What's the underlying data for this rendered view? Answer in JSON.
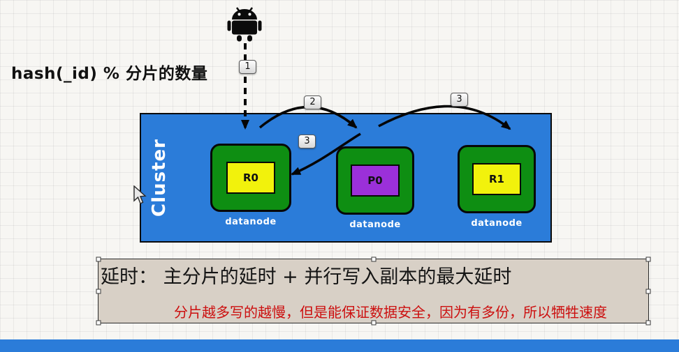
{
  "formula": "hash(_id) % 分片的数量",
  "cluster": {
    "label": "Cluster",
    "nodes": [
      {
        "shard": "R0",
        "node_label": "datanode"
      },
      {
        "shard": "P0",
        "node_label": "datanode"
      },
      {
        "shard": "R1",
        "node_label": "datanode"
      }
    ]
  },
  "step_badges": [
    {
      "label": "1"
    },
    {
      "label": "2"
    },
    {
      "label": "3"
    },
    {
      "label": "3"
    }
  ],
  "note_box": {
    "line1": "延时： 主分片的延时 + 并行写入副本的最大延时",
    "line2": "分片越多写的越慢，但是能保证数据安全，因为有多份，所以牺牲速度"
  },
  "colors": {
    "cluster_blue": "#2b7cd9",
    "node_green": "#0e8e12",
    "replica_yellow": "#f2f20c",
    "primary_purple": "#9b30d9",
    "note_bg": "#d8d0c6",
    "note_red": "#cc0f0f",
    "bottom_bar_blue": "#2b7cd9",
    "arrow_black": "#050505"
  }
}
